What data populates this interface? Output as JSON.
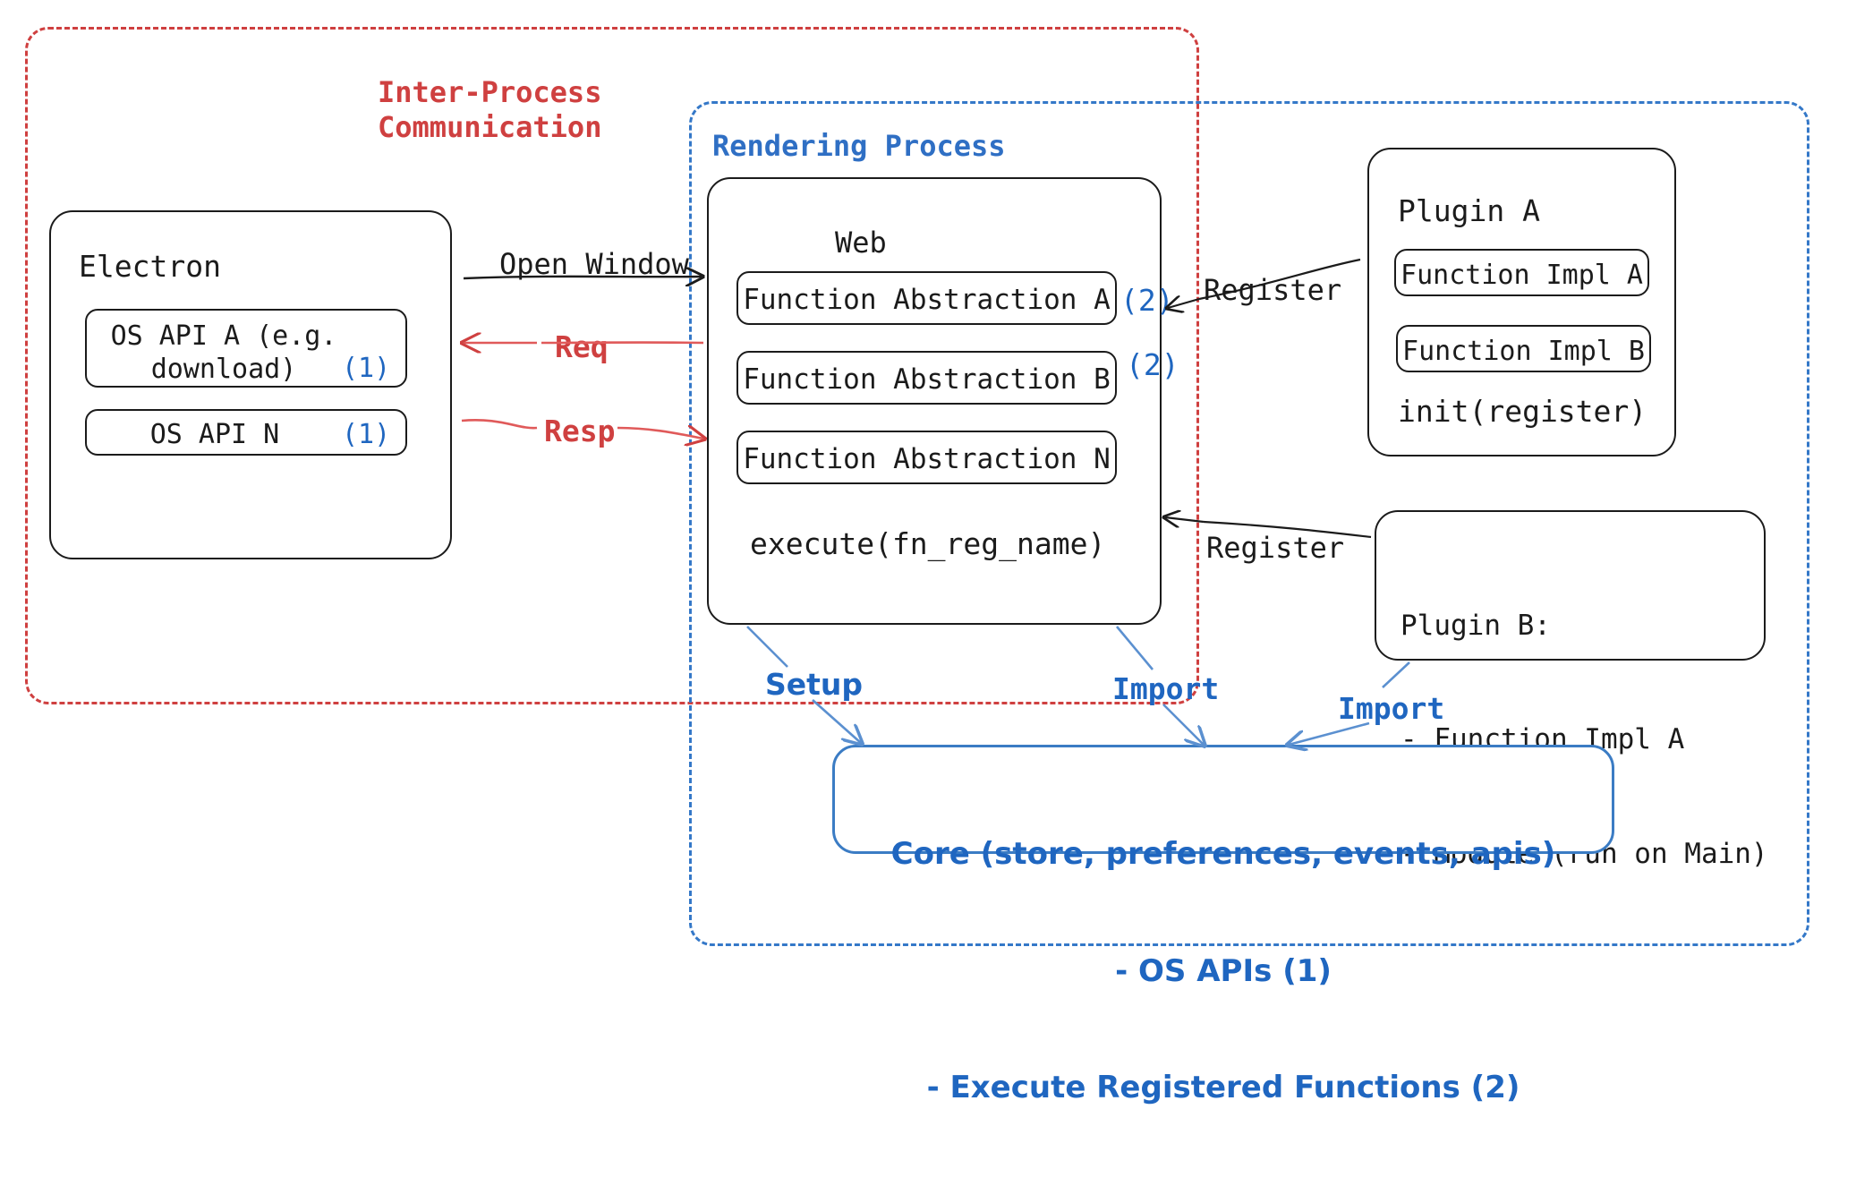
{
  "diagram": {
    "title_hidden": "",
    "groups": {
      "ipc": {
        "label": "Inter-Process\nCommunication",
        "color": "#cf4040"
      },
      "rendering": {
        "label": "Rendering Process",
        "color": "#3478c8"
      }
    },
    "electron": {
      "title": "Electron",
      "items": [
        {
          "text": "OS API A (e.g.\ndownload)",
          "tag": "(1)"
        },
        {
          "text": "OS API N",
          "tag": "(1)"
        }
      ]
    },
    "web": {
      "title": "Web",
      "items": [
        {
          "text": "Function Abstraction A",
          "tag": "(2)"
        },
        {
          "text": "Function Abstraction B",
          "tag": "(2)"
        },
        {
          "text": "Function Abstraction N",
          "tag": ""
        }
      ],
      "footer": "execute(fn_reg_name)"
    },
    "plugin_a": {
      "title": "Plugin A",
      "items": [
        "Function Impl A",
        "Function Impl B"
      ],
      "footer": "init(register)"
    },
    "plugin_b": {
      "lines": [
        "Plugin B:",
        "- Function Impl A",
        "- Module (run on Main)"
      ]
    },
    "core": {
      "lines": [
        "Core (store, preferences, events, apis)",
        "- OS APIs (1)",
        "- Execute Registered Functions (2)"
      ],
      "color": "#3b7cc4"
    },
    "edges": {
      "open_window": "Open Window",
      "req": "Req",
      "resp": "Resp",
      "register_a": "Register",
      "register_b": "Register",
      "setup": "Setup",
      "import_web": "Import",
      "import_plugin": "Import"
    }
  }
}
